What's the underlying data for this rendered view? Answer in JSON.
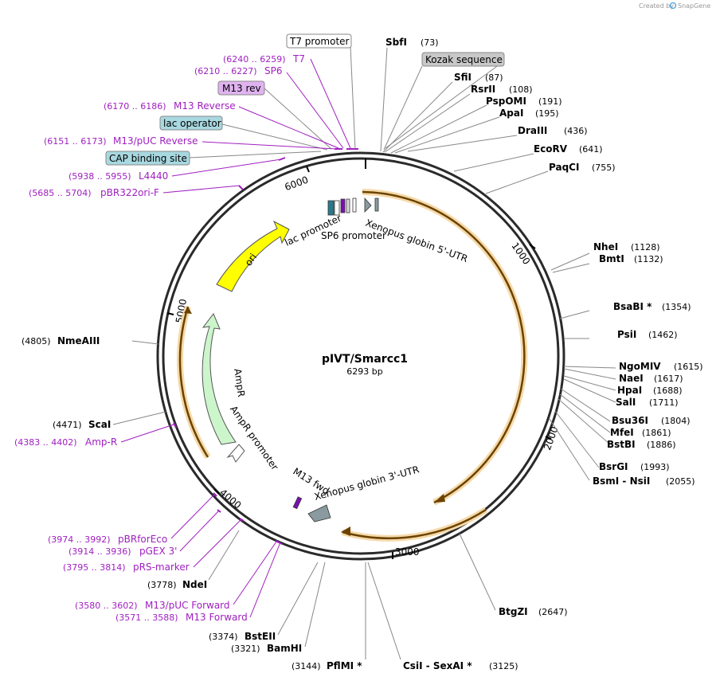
{
  "header": {
    "credit_text": "Created by",
    "credit_brand": "SnapGene"
  },
  "plasmid": {
    "name": "pIVT/Smarcc1",
    "size_text": "6293 bp"
  },
  "ticks": [
    "1000",
    "2000",
    "3000",
    "4000",
    "5000",
    "6000"
  ],
  "enzymes": {
    "sbfi": {
      "name": "SbfI",
      "pos": "(73)"
    },
    "sfii": {
      "name": "SfiI",
      "pos": "(87)"
    },
    "rsrii": {
      "name": "RsrII",
      "pos": "(108)"
    },
    "pspomi": {
      "name": "PspOMI",
      "pos": "(191)"
    },
    "apai": {
      "name": "ApaI",
      "pos": "(195)"
    },
    "draiii": {
      "name": "DraIII",
      "pos": "(436)"
    },
    "ecorv": {
      "name": "EcoRV",
      "pos": "(641)"
    },
    "paqci": {
      "name": "PaqCI",
      "pos": "(755)"
    },
    "nhei": {
      "name": "NheI",
      "pos": "(1128)"
    },
    "bmti": {
      "name": "BmtI",
      "pos": "(1132)"
    },
    "bsabi": {
      "name": "BsaBI *",
      "pos": "(1354)"
    },
    "psii": {
      "name": "PsiI",
      "pos": "(1462)"
    },
    "ngomiv": {
      "name": "NgoMIV",
      "pos": "(1615)"
    },
    "naei": {
      "name": "NaeI",
      "pos": "(1617)"
    },
    "hpai": {
      "name": "HpaI",
      "pos": "(1688)"
    },
    "sali": {
      "name": "SalI",
      "pos": "(1711)"
    },
    "bsu36i": {
      "name": "Bsu36I",
      "pos": "(1804)"
    },
    "mfei": {
      "name": "MfeI",
      "pos": "(1861)"
    },
    "bstbi": {
      "name": "BstBI",
      "pos": "(1886)"
    },
    "bsrgi": {
      "name": "BsrGI",
      "pos": "(1993)"
    },
    "bsmi": {
      "name": "BsmI - NsiI",
      "pos": "(2055)"
    },
    "btgzi": {
      "name": "BtgZI",
      "pos": "(2647)"
    },
    "csii": {
      "name": "CsiI - SexAI *",
      "pos": "(3125)"
    },
    "pflmi": {
      "name": "PflMI *",
      "pos": "(3144)"
    },
    "bamhi": {
      "name": "BamHI",
      "pos": "(3321)"
    },
    "bsteii": {
      "name": "BstEII",
      "pos": "(3374)"
    },
    "ndei": {
      "name": "NdeI",
      "pos": "(3778)"
    },
    "scai": {
      "name": "ScaI",
      "pos": "(4471)"
    },
    "nmeaiii": {
      "name": "NmeAIII",
      "pos": "(4805)"
    }
  },
  "primers": {
    "t7": {
      "name": "T7",
      "pos": "(6240 .. 6259)"
    },
    "sp6": {
      "name": "SP6",
      "pos": "(6210 .. 6227)"
    },
    "m13rev_long": {
      "name": "M13 Reverse",
      "pos": "(6170 .. 6186)"
    },
    "m13puc_rev": {
      "name": "M13/pUC Reverse",
      "pos": "(6151 .. 6173)"
    },
    "l4440": {
      "name": "L4440",
      "pos": "(5938 .. 5955)"
    },
    "pbr322ori": {
      "name": "pBR322ori-F",
      "pos": "(5685 .. 5704)"
    },
    "ampr_primer": {
      "name": "Amp-R",
      "pos": "(4383 .. 4402)"
    },
    "pbrforeco": {
      "name": "pBRforEco",
      "pos": "(3974 .. 3992)"
    },
    "pgex3": {
      "name": "pGEX 3'",
      "pos": "(3914 .. 3936)"
    },
    "prs": {
      "name": "pRS-marker",
      "pos": "(3795 .. 3814)"
    },
    "m13puc_fwd": {
      "name": "M13/pUC Forward",
      "pos": "(3580 .. 3602)"
    },
    "m13fwd_long": {
      "name": "M13 Forward",
      "pos": "(3571 .. 3588)"
    }
  },
  "boxed": {
    "t7promoter": "T7 promoter",
    "kozak": "Kozak sequence",
    "m13rev": "M13 rev",
    "lacop": "lac operator",
    "cap": "CAP binding site"
  },
  "features": {
    "xenopus5": "Xenopus globin 5'-UTR",
    "lacpromoter": "lac promoter",
    "sp6promoter": "SP6 promoter",
    "ori": "ori",
    "ampr": "AmpR",
    "amprpromoter": "AmpR promoter",
    "m13fwd": "M13 fwd",
    "xenopus3": "Xenopus globin 3'-UTR"
  },
  "colors": {
    "backbone": "#2a2a2a",
    "primer": "#a020c0",
    "orf": "#c07a00",
    "orf_halo": "#f5d9a8",
    "ori": "#ffff00",
    "ampr": "#ccf5cc",
    "lacop_box": "#a8d8e0",
    "kozak_box": "#c8c8c8",
    "m13rev_box": "#e0b3f0"
  }
}
